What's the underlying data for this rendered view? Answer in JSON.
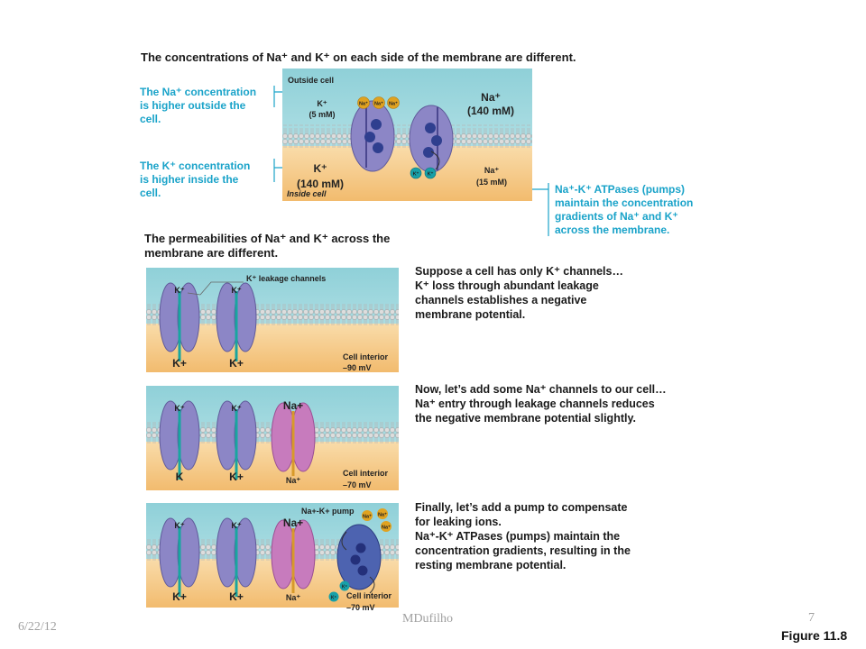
{
  "top_heading": "The concentrations of Na⁺ and K⁺ on each side of the membrane are different.",
  "note_na": [
    "The Na⁺ concentration",
    "is higher outside the",
    "cell."
  ],
  "note_k": [
    "The K⁺ concentration",
    "is higher inside the",
    "cell."
  ],
  "note_pump": [
    "Na⁺-K⁺ ATPases (pumps)",
    "maintain the concentration",
    "gradients of Na⁺ and K⁺",
    "across the membrane."
  ],
  "top_panel": {
    "outside_label": "Outside cell",
    "inside_label": "Inside cell",
    "k_out": "K⁺",
    "k_out_conc": "(5 mM)",
    "na_out": "Na⁺",
    "na_out_conc": "(140 mM)",
    "k_in": "K⁺",
    "k_in_conc": "(140 mM)",
    "na_in": "Na⁺",
    "na_in_conc": "(15 mM)",
    "ion_na": "Na⁺",
    "ion_k": "K⁺"
  },
  "perm_heading": [
    "The permeabilities of Na⁺ and K⁺ across the",
    "membrane are different."
  ],
  "panel1": {
    "leak_label": "K⁺ leakage channels",
    "k_top": "K⁺",
    "k_bottom": "K+",
    "interior": "Cell interior",
    "mv": "–90 mV"
  },
  "panel2": {
    "k_top": "K⁺",
    "k_bottom_1": "K",
    "k_bottom_2": "K+",
    "na_top": "Na+",
    "na_bottom": "Na⁺",
    "interior": "Cell interior",
    "mv": "–70 mV"
  },
  "panel3": {
    "k_top": "K⁺",
    "k_bottom": "K+",
    "na_top": "Na+",
    "na_bottom": "Na⁺",
    "pump_label": "Na+-K+ pump",
    "interior": "Cell interior",
    "mv": "–70 mV",
    "ion_na": "Na⁺",
    "ion_k": "K⁺"
  },
  "text1": [
    "Suppose a cell has only K⁺ channels…",
    "K⁺ loss through abundant leakage",
    "channels establishes a negative",
    "membrane potential."
  ],
  "text2": [
    "Now, let’s add some Na⁺ channels to our cell…",
    "Na⁺ entry through leakage channels reduces",
    "the negative membrane potential slightly."
  ],
  "text3": [
    "Finally, let’s add a pump to compensate",
    "for leaking ions.",
    "Na⁺-K⁺ ATPases (pumps) maintain the",
    "concentration gradients, resulting in the",
    "resting membrane potential."
  ],
  "footer": {
    "date": "6/22/12",
    "author": "MDufilho",
    "page": "7",
    "figure": "Figure 11.8"
  },
  "colors": {
    "outside": "#a9dde3",
    "inside": "#f6cd8f",
    "protein": "#8c86c6",
    "na_channel": "#c77bbd",
    "pump": "#4d63b0",
    "na_ion": "#e0a21f",
    "k_ion": "#17a0a8",
    "teal_text": "#1aa3c9"
  }
}
